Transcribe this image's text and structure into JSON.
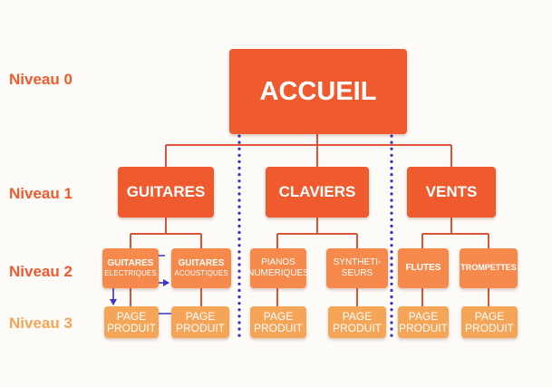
{
  "levels": {
    "l0": "Niveau 0",
    "l1": "Niveau 1",
    "l2": "Niveau 2",
    "l3": "Niveau 3"
  },
  "root": {
    "label": "ACCUEIL"
  },
  "categories": [
    {
      "label": "GUITARES"
    },
    {
      "label": "CLAVIERS"
    },
    {
      "label": "VENTS"
    }
  ],
  "subcategories": [
    {
      "line1": "GUITARES",
      "line2": "ELECTRIQUES"
    },
    {
      "line1": "GUITARES",
      "line2": "ACOUSTIQUES"
    },
    {
      "line1": "PIANOS",
      "line2": "NUMERIQUES"
    },
    {
      "line1": "SYNTHETI-",
      "line2": "SEURS"
    },
    {
      "line1": "FLUTES",
      "line2": ""
    },
    {
      "line1": "TROMPETTES",
      "line2": ""
    }
  ],
  "products": [
    {
      "line1": "PAGE",
      "line2": "PRODUIT"
    },
    {
      "line1": "PAGE",
      "line2": "PRODUIT"
    },
    {
      "line1": "PAGE",
      "line2": "PRODUIT"
    },
    {
      "line1": "PAGE",
      "line2": "PRODUIT"
    },
    {
      "line1": "PAGE",
      "line2": "PRODUIT"
    },
    {
      "line1": "PAGE",
      "line2": "PRODUIT"
    }
  ],
  "colors": {
    "level0_1": "#ef5a2e",
    "level2": "#f58a4c",
    "level3": "#f5a558",
    "connector": "#d9543a",
    "silo_divider": "#3d32c8",
    "cross_link": "#3d32c8"
  }
}
